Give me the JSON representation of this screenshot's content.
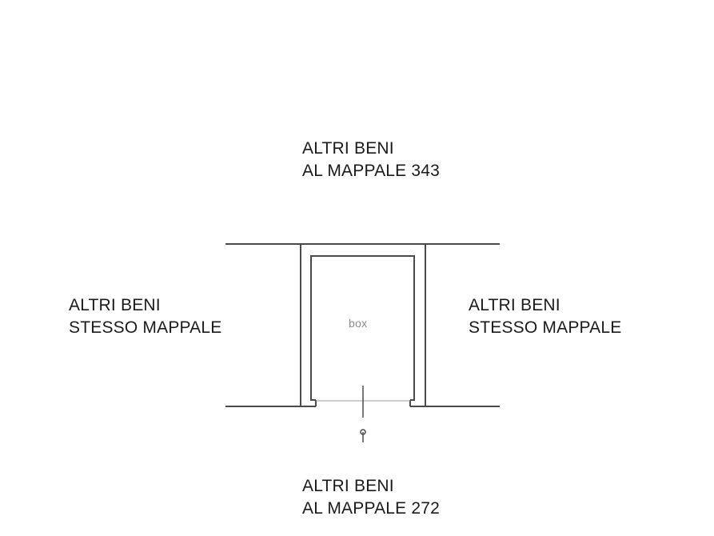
{
  "labels": {
    "top": {
      "line1": "ALTRI BENI",
      "line2": "AL MAPPALE 343"
    },
    "left": {
      "line1": "ALTRI BENI",
      "line2": "STESSO MAPPALE"
    },
    "right": {
      "line1": "ALTRI BENI",
      "line2": "STESSO MAPPALE"
    },
    "bottom": {
      "line1": "ALTRI BENI",
      "line2": "AL MAPPALE 272"
    }
  },
  "room": {
    "name": "box"
  },
  "colors": {
    "wall": "#4a4a4a",
    "room_label": "#8a8a8a",
    "text": "#1a1a1a"
  }
}
